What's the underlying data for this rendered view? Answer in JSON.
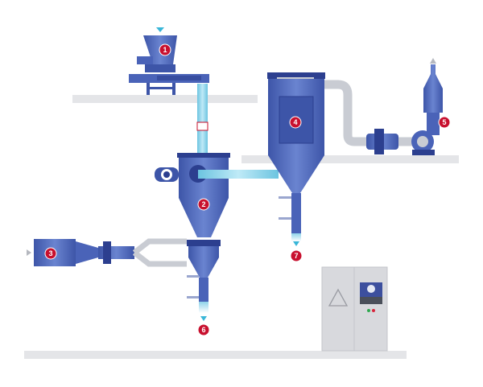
{
  "diagram": {
    "markers": [
      {
        "id": "1",
        "label": "1"
      },
      {
        "id": "2",
        "label": "2"
      },
      {
        "id": "3",
        "label": "3"
      },
      {
        "id": "4",
        "label": "4"
      },
      {
        "id": "5",
        "label": "5"
      },
      {
        "id": "6",
        "label": "6"
      },
      {
        "id": "7",
        "label": "7"
      }
    ],
    "colors": {
      "equipment": "#4a63b8",
      "equipment_dark": "#2c3f8f",
      "pipe_light": "#8fd3ea",
      "pipe_gray": "#c9ccd3",
      "platform": "#e4e5e8",
      "badge": "#c8102e",
      "flow_arrow": "#38b6d8"
    }
  }
}
